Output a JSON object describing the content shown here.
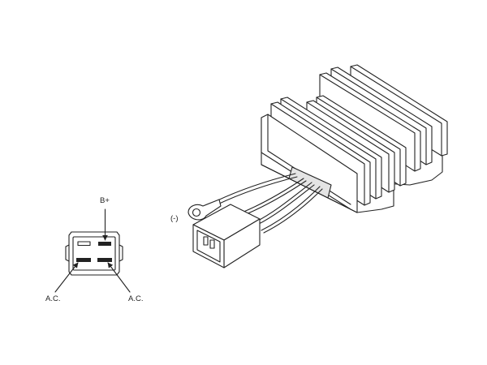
{
  "labels": {
    "b_plus": "B+",
    "ac_left": "A.C.",
    "ac_right": "A.C.",
    "ground": "(-)"
  },
  "colors": {
    "line": "#222222",
    "background": "#ffffff"
  }
}
